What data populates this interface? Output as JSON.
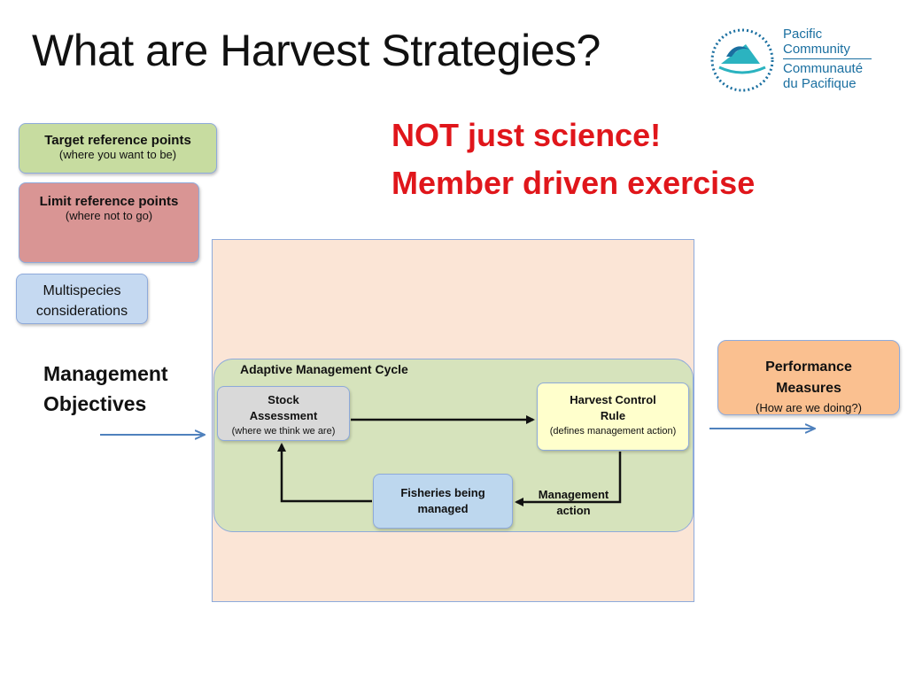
{
  "title": "What are Harvest Strategies?",
  "logo": {
    "line1": "Pacific",
    "line2": "Community",
    "line3": "Communauté",
    "line4": "du Pacifique",
    "icon": "pacific-community-emblem-icon"
  },
  "taglines": [
    "NOT just science!",
    "Member driven exercise"
  ],
  "left_boxes": {
    "target": {
      "main": "Target reference points",
      "sub": "(where you want to be)"
    },
    "limit": {
      "main": "Limit reference points",
      "sub": "(where not to go)"
    },
    "multi": {
      "line1": "Multispecies",
      "line2": "considerations"
    }
  },
  "management_objectives": {
    "line1": "Management",
    "line2": "Objectives"
  },
  "cycle": {
    "title": "Adaptive Management Cycle",
    "stock": {
      "line1": "Stock",
      "line2": "Assessment",
      "sub": "(where we think we are)"
    },
    "hcr": {
      "line1": "Harvest Control",
      "line2": "Rule",
      "sub": "(defines management action)"
    },
    "fish": {
      "line1": "Fisheries being",
      "line2": "managed"
    },
    "action": {
      "line1": "Management",
      "line2": "action"
    }
  },
  "performance": {
    "line1": "Performance",
    "line2": "Measures",
    "sub": "(How are we doing?)"
  },
  "colors": {
    "tagline": "#e0161b",
    "target": "#c7dca0",
    "limit": "#d99594",
    "multi": "#c5d9f1",
    "outer_box": "#fbe5d6",
    "cycle": "#d6e3bc",
    "stock": "#d9d9d9",
    "hcr": "#ffffcc",
    "fish": "#bdd7ee",
    "performance": "#fac090",
    "arrow_blue": "#4f81bd"
  }
}
